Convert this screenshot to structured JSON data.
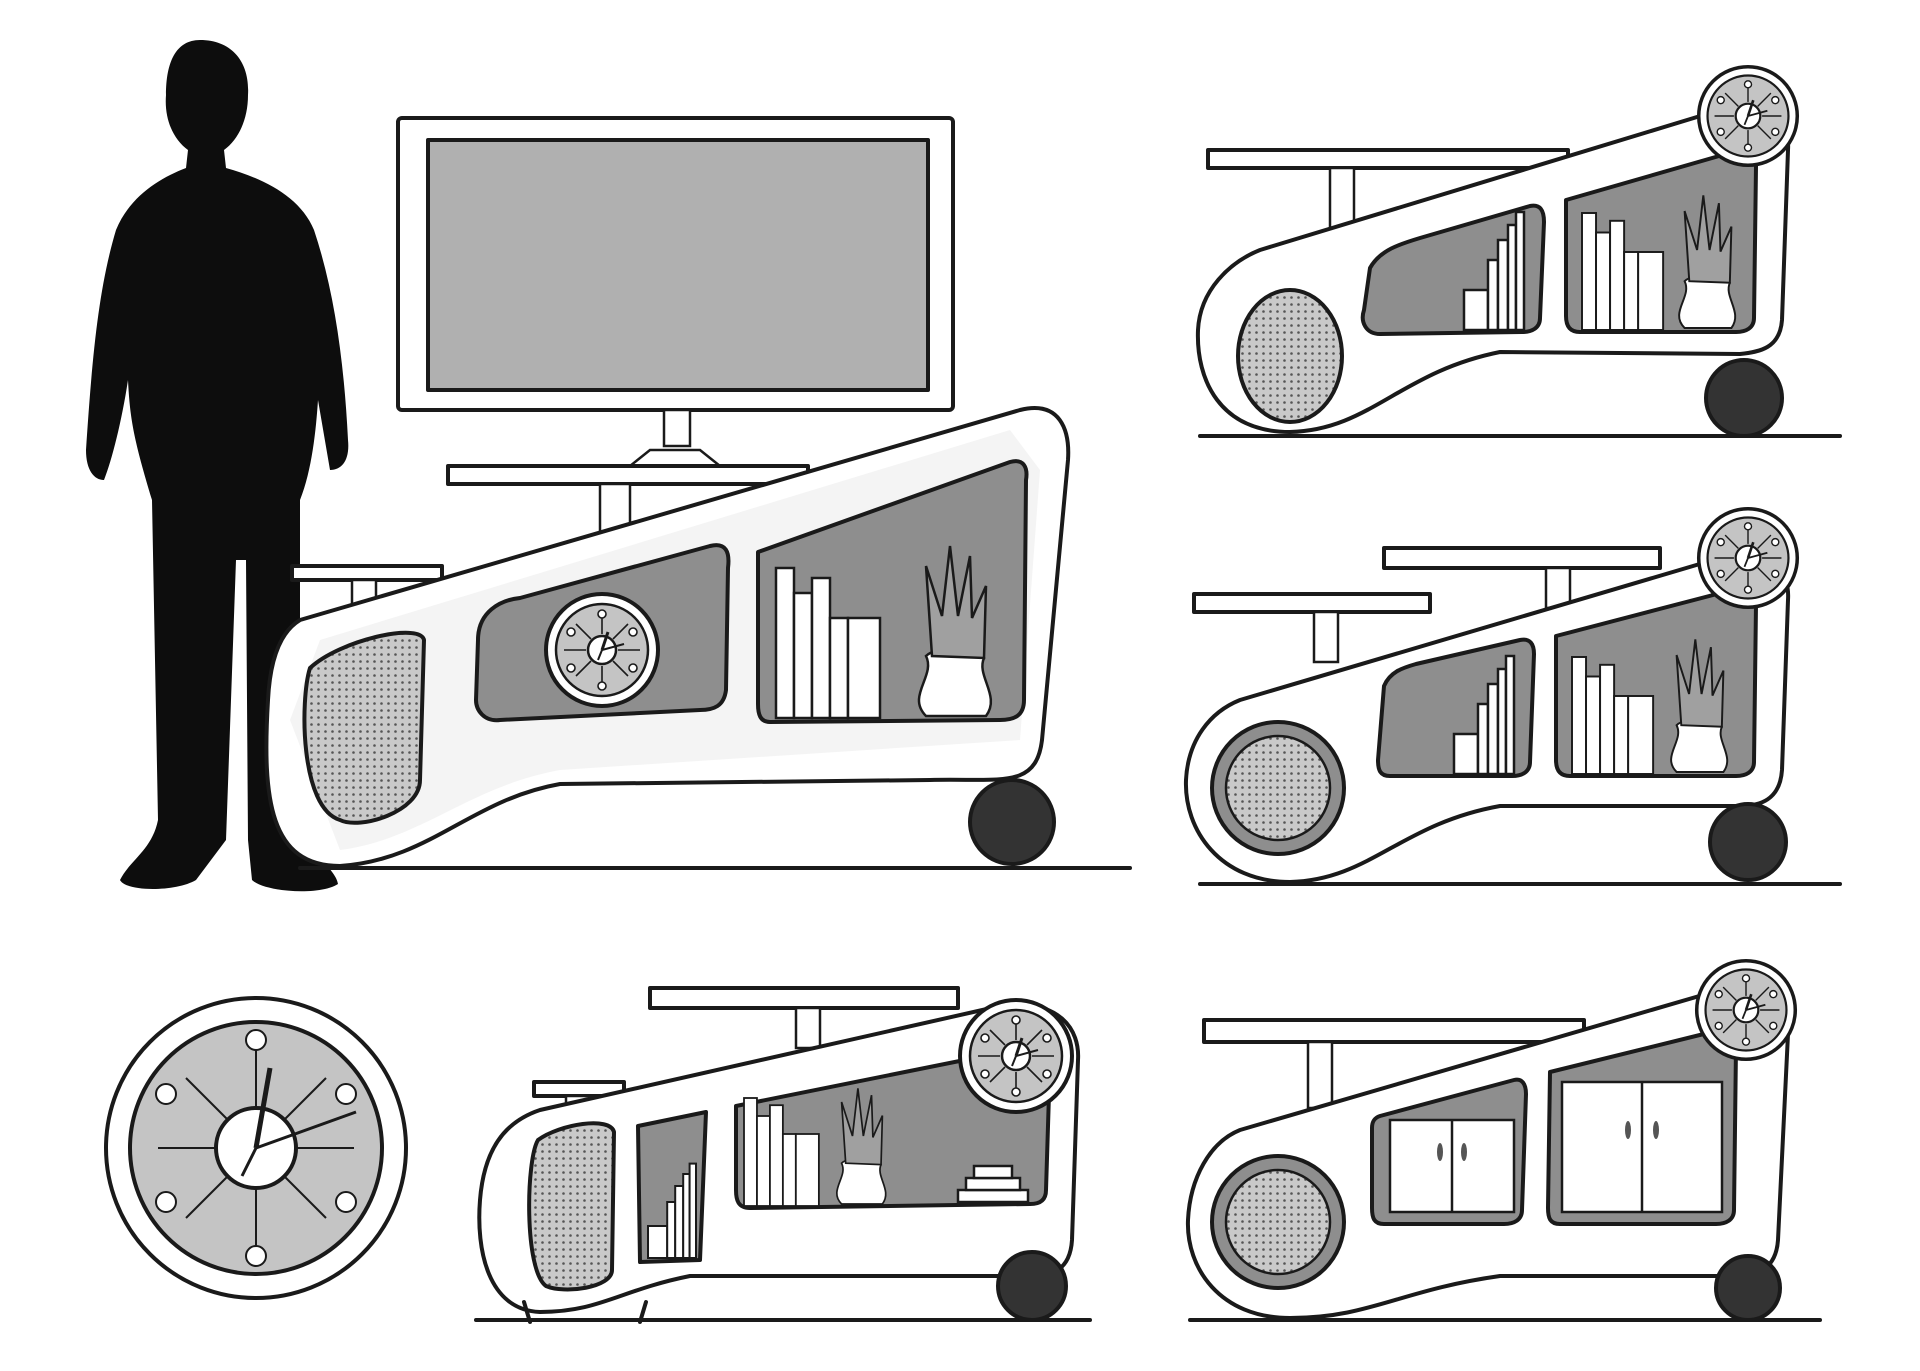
{
  "palette": {
    "ink": "#1a1a1a",
    "silhouette": "#0d0d0d",
    "body": "#ffffff",
    "soft_shadow": "#d9d9d9",
    "panel": "#8e8e8e",
    "panel_light": "#a8a8a8",
    "screen": "#b0b0b0",
    "clock_face": "#c4c4c4",
    "speaker": "#c9c9c9",
    "wheel": "#333333",
    "paper": "#ffffff"
  },
  "icons": {
    "person": "human-silhouette-icon",
    "clock": "wall-clock-icon",
    "speaker": "speaker-grille-icon",
    "wheel": "caster-wheel-icon",
    "vase": "hand-vase-icon",
    "books": "books-icon"
  },
  "variants": [
    {
      "name": "tv-stand-main",
      "front_insert": "clock",
      "features": [
        "tv",
        "speaker",
        "books",
        "vase",
        "wheel"
      ]
    },
    {
      "name": "variant-top-right",
      "front_insert": "books",
      "features": [
        "speaker",
        "books",
        "vase",
        "clock",
        "wheel"
      ]
    },
    {
      "name": "variant-mid-right",
      "front_insert": "books",
      "features": [
        "two-shelves",
        "speaker",
        "books",
        "vase",
        "clock",
        "wheel"
      ]
    },
    {
      "name": "variant-bottom-center",
      "front_insert": "books",
      "features": [
        "side-table",
        "speaker",
        "books",
        "vase",
        "stack",
        "clock",
        "wheel",
        "legs"
      ]
    },
    {
      "name": "variant-bottom-right",
      "front_insert": "cabinet-doors",
      "features": [
        "speaker",
        "doors",
        "clock",
        "wheel"
      ]
    }
  ]
}
